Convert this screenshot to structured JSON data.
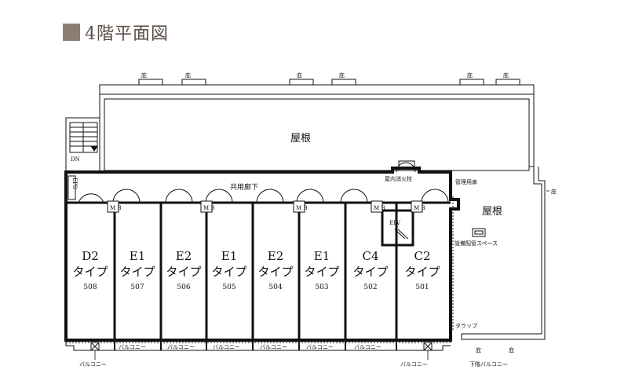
{
  "title": "4階平面図",
  "colors": {
    "title_square": "#8a7d74",
    "title_text": "#5a4e47",
    "line": "#111111"
  },
  "labels": {
    "roof_main": "屋根",
    "roof_side": "屋根",
    "corridor": "共用廊下",
    "hydrant": "屋内消火栓",
    "management_door": "管理用扉",
    "elevator": "ELV",
    "dn": "DN",
    "eps": "EPS",
    "mb": "M B",
    "equipment_space": "設備配管スペース",
    "trap": "タラップ",
    "eaves": "庇",
    "lower_balcony": "下階バルコニー",
    "balcony": "バルコニー"
  },
  "units": [
    {
      "type": "D2",
      "suffix": "タイプ",
      "number": "508"
    },
    {
      "type": "E1",
      "suffix": "タイプ",
      "number": "507"
    },
    {
      "type": "E2",
      "suffix": "タイプ",
      "number": "506"
    },
    {
      "type": "E1",
      "suffix": "タイプ",
      "number": "505"
    },
    {
      "type": "E2",
      "suffix": "タイプ",
      "number": "504"
    },
    {
      "type": "E1",
      "suffix": "タイプ",
      "number": "503"
    },
    {
      "type": "C4",
      "suffix": "タイプ",
      "number": "502"
    },
    {
      "type": "C2",
      "suffix": "タイプ",
      "number": "501"
    }
  ]
}
